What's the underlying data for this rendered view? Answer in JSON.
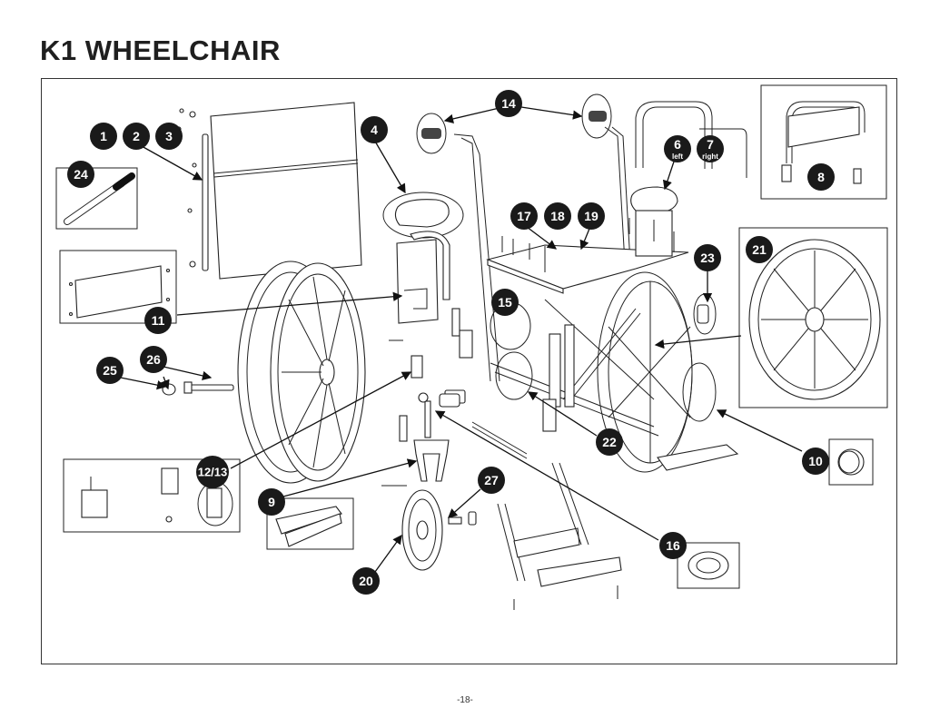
{
  "title": "K1 WHEELCHAIR",
  "page_number": "-18-",
  "callouts": [
    {
      "id": "c1",
      "label": "1"
    },
    {
      "id": "c2",
      "label": "2"
    },
    {
      "id": "c3",
      "label": "3"
    },
    {
      "id": "c4",
      "label": "4"
    },
    {
      "id": "c6",
      "label": "6",
      "sub": "left"
    },
    {
      "id": "c7",
      "label": "7",
      "sub": "right"
    },
    {
      "id": "c8",
      "label": "8"
    },
    {
      "id": "c9",
      "label": "9"
    },
    {
      "id": "c10",
      "label": "10"
    },
    {
      "id": "c11",
      "label": "11"
    },
    {
      "id": "c12",
      "label": "12/13"
    },
    {
      "id": "c14",
      "label": "14"
    },
    {
      "id": "c15",
      "label": "15"
    },
    {
      "id": "c16",
      "label": "16"
    },
    {
      "id": "c17",
      "label": "17"
    },
    {
      "id": "c18",
      "label": "18"
    },
    {
      "id": "c19",
      "label": "19"
    },
    {
      "id": "c20",
      "label": "20"
    },
    {
      "id": "c21",
      "label": "21"
    },
    {
      "id": "c22",
      "label": "22"
    },
    {
      "id": "c23",
      "label": "23"
    },
    {
      "id": "c24",
      "label": "24"
    },
    {
      "id": "c25",
      "label": "25"
    },
    {
      "id": "c26",
      "label": "26"
    },
    {
      "id": "c27",
      "label": "27"
    }
  ]
}
